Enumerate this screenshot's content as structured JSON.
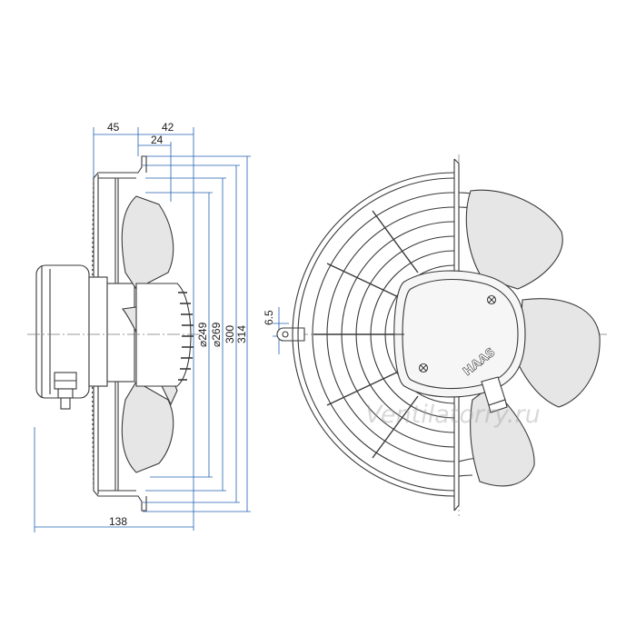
{
  "dimensions": {
    "top_45": "45",
    "top_42": "42",
    "top_24": "24",
    "dia_249": "⌀249",
    "dia_269": "⌀269",
    "dim_300": "300",
    "dim_314": "314",
    "dim_65": "6.5",
    "bottom_138": "138"
  },
  "watermark": "Ventilatorry.ru",
  "brand_logo": "HAAS",
  "colors": {
    "blade_fill": "#e6e6e6",
    "outline": "#3a3a3a",
    "dim_line": "#2060b0",
    "centerline": "#7a7a7a"
  }
}
